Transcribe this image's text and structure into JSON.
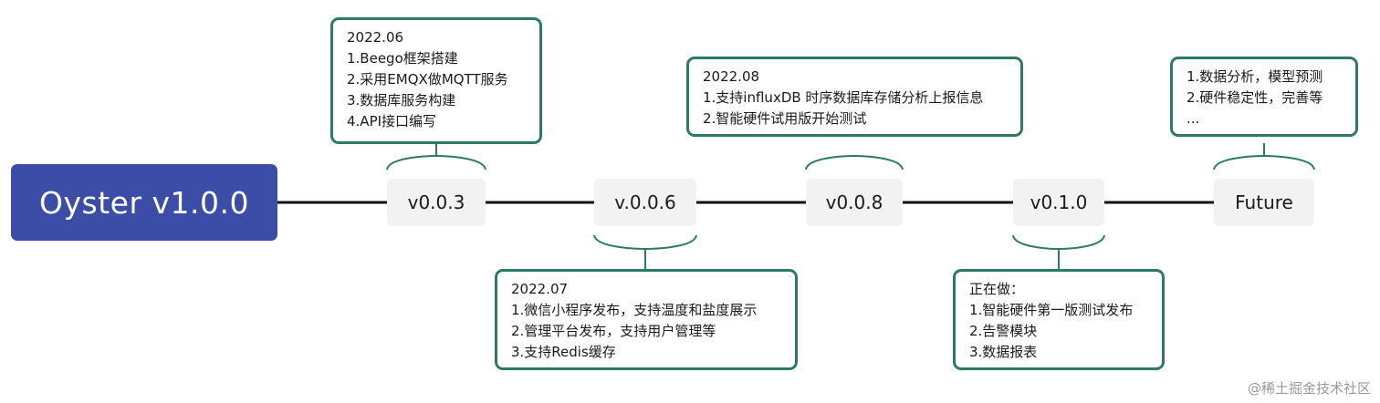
{
  "root": {
    "label": "Oyster v1.0.0"
  },
  "milestones": [
    {
      "version": "v0.0.3",
      "card_lines": [
        "2022.06",
        "1.Beego框架搭建",
        "2.采用EMQX做MQTT服务",
        "3.数据库服务构建",
        "4.API接口编写"
      ],
      "card_side": "above"
    },
    {
      "version": "v.0.0.6",
      "card_lines": [
        "2022.07",
        "1.微信小程序发布，支持温度和盐度展示",
        "2.管理平台发布，支持用户管理等",
        "3.支持Redis缓存"
      ],
      "card_side": "below"
    },
    {
      "version": "v0.0.8",
      "card_lines": [
        "2022.08",
        "1.支持influxDB 时序数据库存储分析上报信息",
        "2.智能硬件试用版开始测试"
      ],
      "card_side": "above"
    },
    {
      "version": "v0.1.0",
      "card_lines": [
        "正在做：",
        "1.智能硬件第一版测试发布",
        "2.告警模块",
        "3.数据报表"
      ],
      "card_side": "below"
    },
    {
      "version": "Future",
      "card_lines": [
        "1.数据分析，模型预测",
        "2.硬件稳定性，完善等",
        "..."
      ],
      "card_side": "above"
    }
  ],
  "watermark": "@稀土掘金技术社区",
  "colors": {
    "root_fill": "#3c4da8",
    "node_fill": "#f2f2f2",
    "card_border": "#2b7a66",
    "line": "#111111"
  }
}
